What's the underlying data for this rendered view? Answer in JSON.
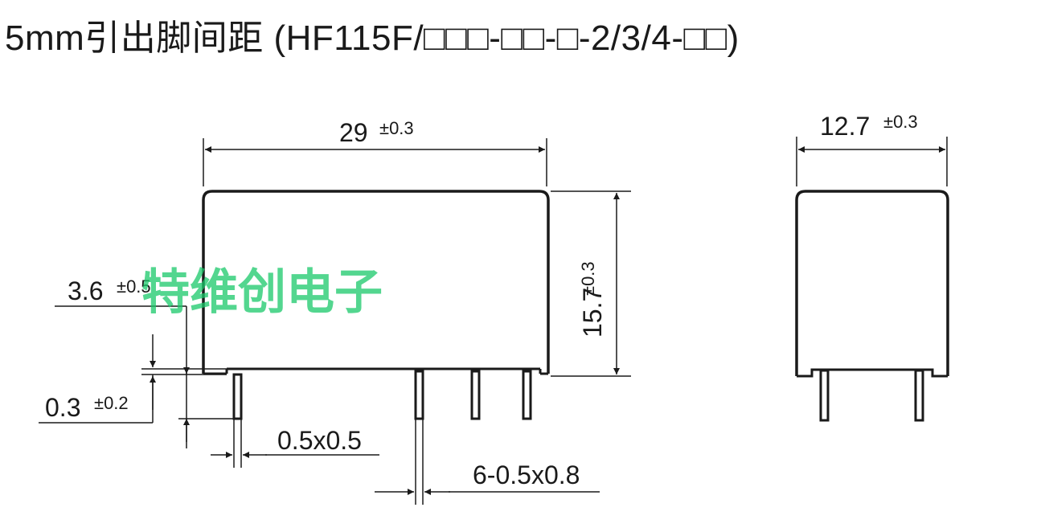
{
  "title": "5mm引出脚间距 (HF115F/□□□-□□-□-2/3/4-□□)",
  "watermark": "特维创电子",
  "dimensions": {
    "length": {
      "value": "29",
      "tolerance": "±0.3"
    },
    "width": {
      "value": "12.7",
      "tolerance": "±0.3"
    },
    "height": {
      "value": "15.7",
      "tolerance": "±0.3"
    },
    "pin_length": {
      "value": "3.6",
      "tolerance": "±0.5"
    },
    "standoff": {
      "value": "0.3",
      "tolerance": "±0.2"
    },
    "pin_section": {
      "value": "0.5x0.5"
    },
    "pin_section_multi": {
      "value": "6-0.5x0.8"
    }
  },
  "colors": {
    "line": "#1a1a1a",
    "watermark": "#19c86a",
    "background": "#ffffff"
  }
}
